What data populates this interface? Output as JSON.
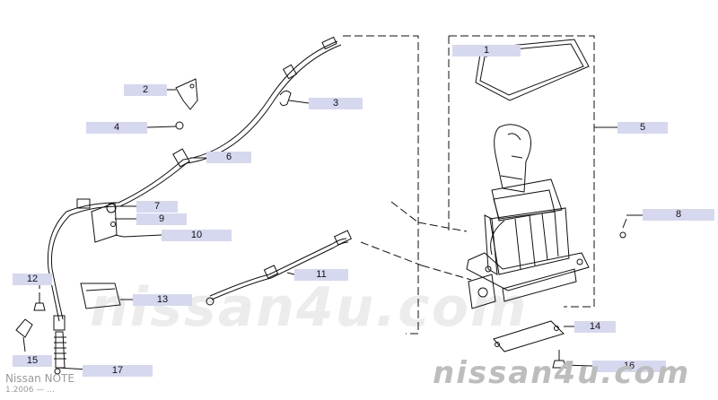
{
  "watermark": {
    "main": "nissan4u.com",
    "corner": "nissan4u.com"
  },
  "model": {
    "name": "Nissan NOTE",
    "date": "1.2006 — ..."
  },
  "callouts": [
    {
      "id": "1",
      "text": "1"
    },
    {
      "id": "2",
      "text": "2"
    },
    {
      "id": "3",
      "text": "3"
    },
    {
      "id": "4",
      "text": "4"
    },
    {
      "id": "5",
      "text": "5"
    },
    {
      "id": "6",
      "text": "6"
    },
    {
      "id": "7",
      "text": "7"
    },
    {
      "id": "8",
      "text": "8"
    },
    {
      "id": "9",
      "text": "9"
    },
    {
      "id": "10",
      "text": "10"
    },
    {
      "id": "11",
      "text": "11"
    },
    {
      "id": "12",
      "text": "12"
    },
    {
      "id": "13",
      "text": "13"
    },
    {
      "id": "14",
      "text": "14"
    },
    {
      "id": "15",
      "text": "15"
    },
    {
      "id": "16",
      "text": "16"
    },
    {
      "id": "17",
      "text": "17"
    }
  ],
  "colors": {
    "line": "#111111",
    "label_bg": "#d6d8f0",
    "watermark": "#e4e4e4"
  }
}
